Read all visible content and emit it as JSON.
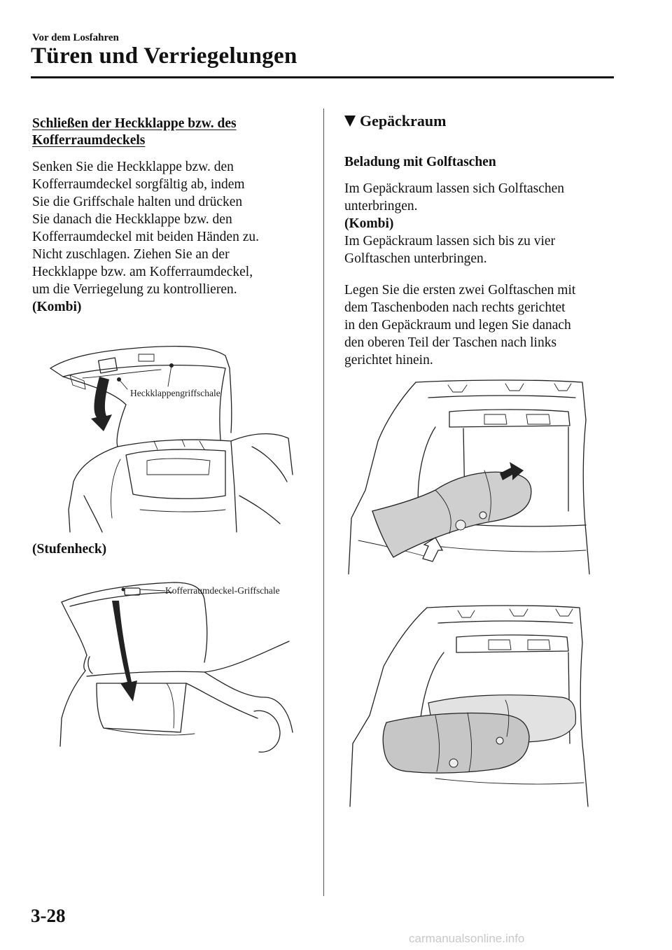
{
  "header": {
    "section": "Vor dem Losfahren",
    "chapter": "Türen und Verriegelungen"
  },
  "left": {
    "heading_line1": "Schließen der Heckklappe bzw. des",
    "heading_line2": "Kofferraumdeckels",
    "body_lines": [
      "Senken Sie die Heckklappe bzw. den",
      "Kofferraumdeckel sorgfältig ab, indem",
      "Sie die Griffschale halten und drücken",
      "Sie danach die Heckklappe bzw. den",
      "Kofferraumdeckel mit beiden Händen zu.",
      "Nicht zuschlagen. Ziehen Sie an der",
      "Heckklappe bzw. am Kofferraumdeckel,",
      "um die Verriegelung zu kontrollieren."
    ],
    "kombi_label": "(Kombi)",
    "fig1_label": "Heckklappengriffschale",
    "stufenheck_label": "(Stufenheck)",
    "fig2_label": "Kofferraumdeckel-Griffschale"
  },
  "right": {
    "section_heading": "Gepäckraum",
    "subheading": "Beladung mit Golftaschen",
    "intro_lines": [
      "Im Gepäckraum lassen sich Golftaschen",
      "unterbringen."
    ],
    "kombi_label": "(Kombi)",
    "kombi_lines": [
      "Im Gepäckraum lassen sich bis zu vier",
      "Golftaschen unterbringen."
    ],
    "instruction_lines": [
      "Legen Sie die ersten zwei Golftaschen mit",
      "dem Taschenboden nach rechts gerichtet",
      "in den Gepäckraum und legen Sie danach",
      "den oberen Teil der Taschen nach links",
      "gerichtet hinein."
    ]
  },
  "footer": {
    "page_number": "3-28",
    "watermark": "carmanualsonline.info"
  }
}
